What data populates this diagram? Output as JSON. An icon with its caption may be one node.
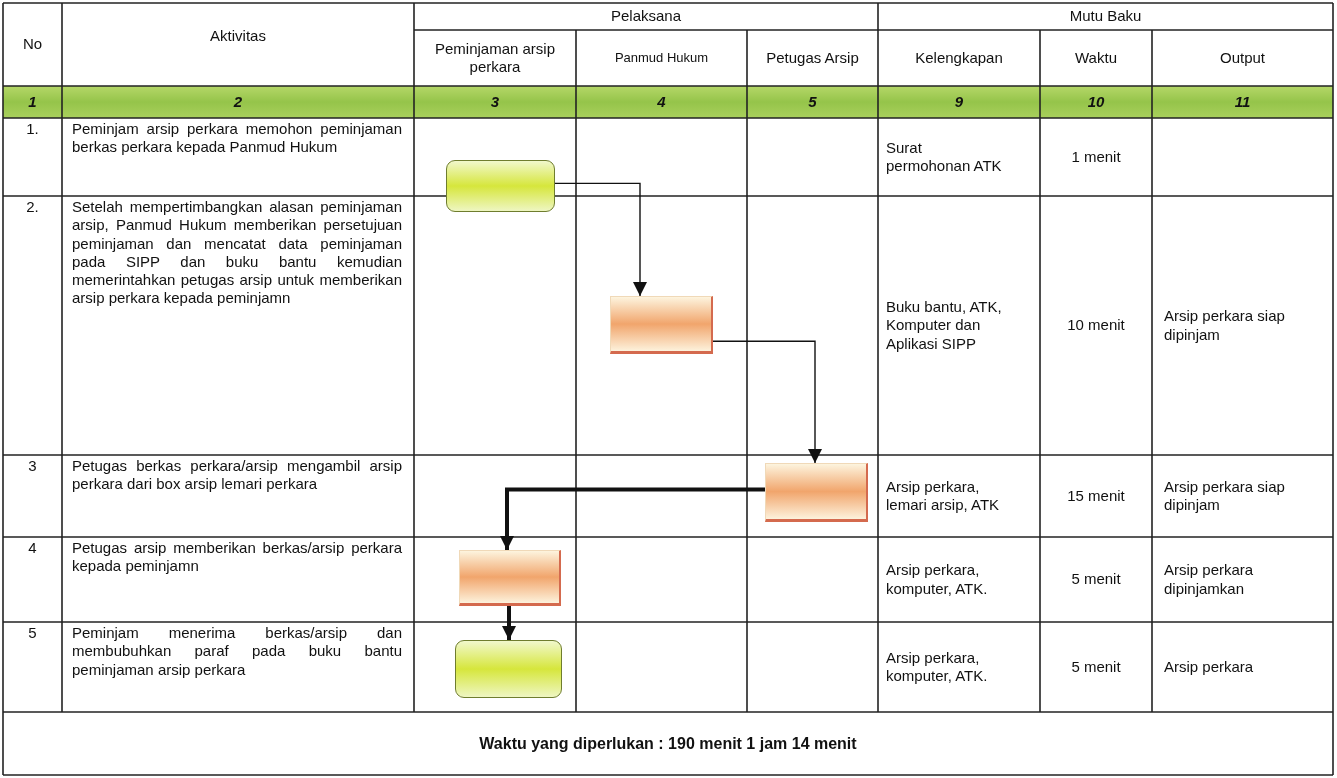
{
  "diagram": {
    "nodes": [
      {
        "text": [],
        "shape": "terminal"
      },
      {
        "text": [],
        "shape": "box"
      },
      {
        "text": [],
        "shape": "box"
      },
      {
        "text": [],
        "shape": "box"
      },
      {
        "text": [],
        "shape": "terminal"
      }
    ],
    "edges": [
      {
        "from": 0,
        "to": 1,
        "arrow": "to"
      },
      {
        "from": 1,
        "to": 2,
        "arrow": "to"
      },
      {
        "from": 2,
        "to": 3,
        "arrow": "to",
        "style": "thick"
      },
      {
        "from": 3,
        "to": 4,
        "arrow": "to",
        "style": "thick"
      }
    ],
    "labels": [
      "No",
      "Aktivitas",
      "Pelaksana",
      "Mutu Baku",
      "Peminjaman arsip perkara",
      "Panmud Hukum",
      "Petugas Arsip",
      "Kelengkapan",
      "Waktu",
      "Output",
      "1",
      "2",
      "3",
      "4",
      "5",
      "9",
      "10",
      "11",
      "1.",
      "Peminjam arsip perkara memohon peminjaman berkas perkara kepada Panmud Hukum",
      "Surat permohonan ATK",
      "1 menit",
      "2.",
      "Setelah mempertimbangkan alasan peminjaman arsip, Panmud Hukum memberikan persetujuan peminjaman dan mencatat data peminjaman pada SIPP dan buku bantu kemudian memerintahkan petugas arsip untuk memberikan arsip perkara kepada peminjamn",
      "Buku bantu, ATK, Komputer dan Aplikasi SIPP",
      "10 menit",
      "Arsip perkara siap dipinjam",
      "3",
      "Petugas berkas perkara/arsip mengambil arsip perkara dari box arsip lemari perkara",
      "Arsip perkara, lemari arsip, ATK",
      "15 menit",
      "Arsip perkara siap dipinjam",
      "4",
      "Petugas arsip memberikan berkas/arsip perkara kepada peminjamn",
      "Arsip perkara, komputer, ATK.",
      "5 menit",
      "Arsip perkara dipinjamkan",
      "5",
      "Peminjam menerima berkas/arsip dan membubuhkan paraf pada buku bantu peminjaman arsip perkara",
      "Arsip perkara, komputer, ATK.",
      "5 menit",
      "Arsip perkara",
      "Waktu yang diperlukan : 190 menit 1 jam 14 menit"
    ]
  }
}
